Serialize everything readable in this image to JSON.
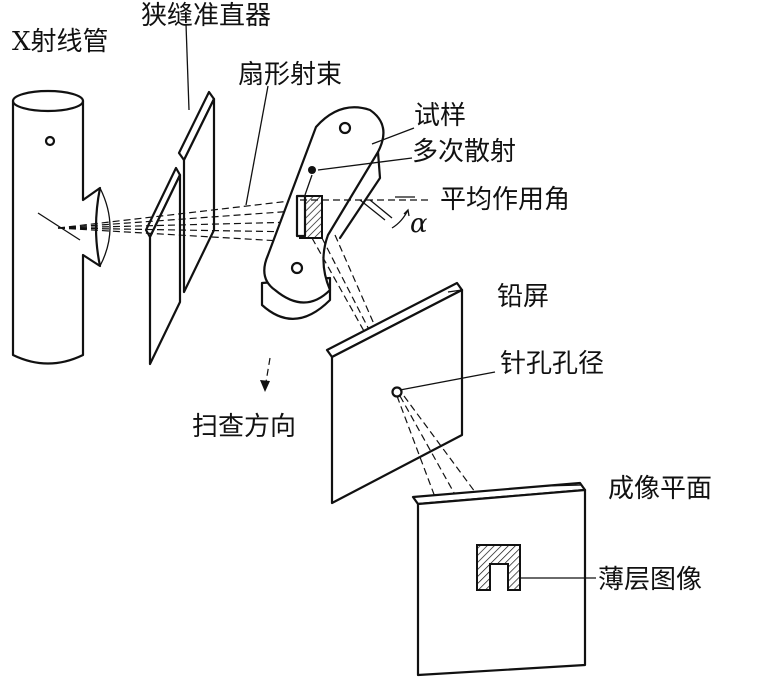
{
  "labels": {
    "xray_tube": "X射线管",
    "slit_collimator": "狭缝准直器",
    "fan_beam": "扇形射束",
    "specimen": "试样",
    "multiple_scatter": "多次散射",
    "mean_action_angle": "平均作用角",
    "alpha": "α",
    "lead_screen": "铅屏",
    "pinhole_diameter": "针孔孔径",
    "scan_direction": "扫查方向",
    "imaging_plane": "成像平面",
    "layer_image": "薄层图像"
  }
}
